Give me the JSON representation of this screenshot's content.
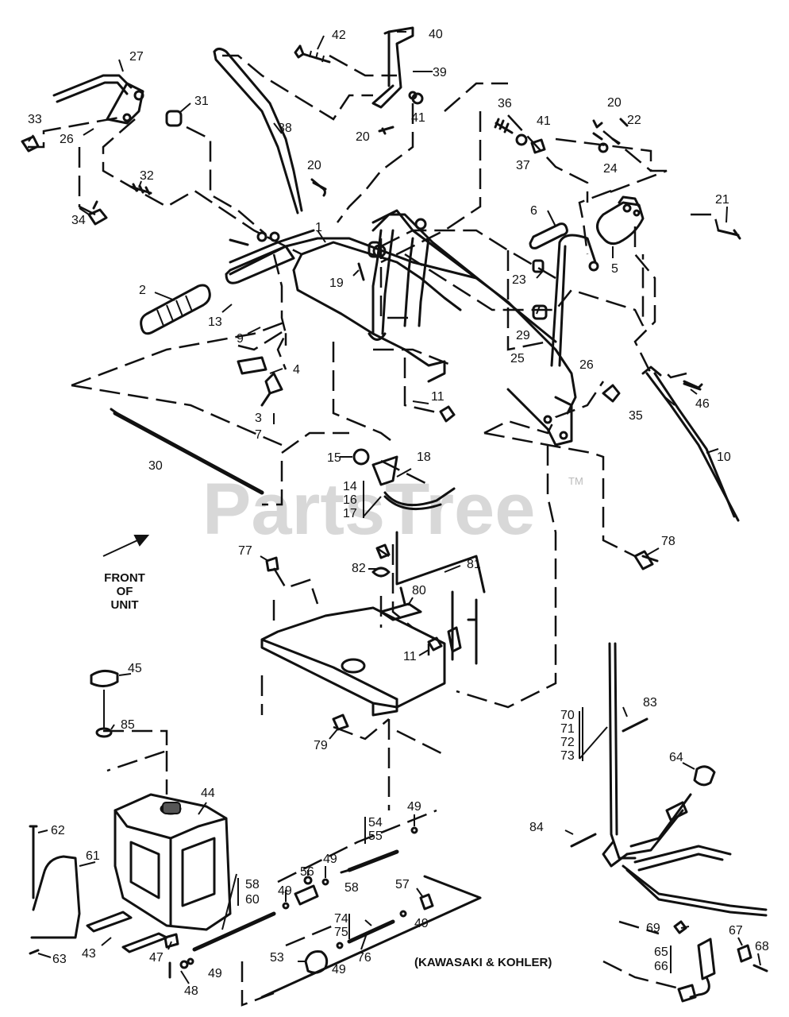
{
  "watermark": {
    "brand": "PartsTree",
    "trademark": "TM"
  },
  "notes": {
    "front_line1": "FRONT",
    "front_line2": "OF",
    "front_line3": "UNIT",
    "engine_variant": "(KAWASAKI & KOHLER)"
  },
  "callouts": [
    {
      "id": "c1",
      "text": "1"
    },
    {
      "id": "c2",
      "text": "2"
    },
    {
      "id": "c3",
      "text": "3"
    },
    {
      "id": "c4",
      "text": "4"
    },
    {
      "id": "c5",
      "text": "5"
    },
    {
      "id": "c6",
      "text": "6"
    },
    {
      "id": "c7",
      "text": "7"
    },
    {
      "id": "c9",
      "text": "9"
    },
    {
      "id": "c10",
      "text": "10"
    },
    {
      "id": "c11a",
      "text": "11"
    },
    {
      "id": "c11b",
      "text": "11"
    },
    {
      "id": "c13",
      "text": "13"
    },
    {
      "id": "c14",
      "text": "14"
    },
    {
      "id": "c15",
      "text": "15"
    },
    {
      "id": "c16",
      "text": "16"
    },
    {
      "id": "c17",
      "text": "17"
    },
    {
      "id": "c18",
      "text": "18"
    },
    {
      "id": "c19",
      "text": "19"
    },
    {
      "id": "c20a",
      "text": "20"
    },
    {
      "id": "c20b",
      "text": "20"
    },
    {
      "id": "c20c",
      "text": "20"
    },
    {
      "id": "c21",
      "text": "21"
    },
    {
      "id": "c22",
      "text": "22"
    },
    {
      "id": "c23",
      "text": "23"
    },
    {
      "id": "c24",
      "text": "24"
    },
    {
      "id": "c25",
      "text": "25"
    },
    {
      "id": "c26a",
      "text": "26"
    },
    {
      "id": "c26b",
      "text": "26"
    },
    {
      "id": "c27",
      "text": "27"
    },
    {
      "id": "c29",
      "text": "29"
    },
    {
      "id": "c30",
      "text": "30"
    },
    {
      "id": "c31",
      "text": "31"
    },
    {
      "id": "c32",
      "text": "32"
    },
    {
      "id": "c33",
      "text": "33"
    },
    {
      "id": "c34",
      "text": "34"
    },
    {
      "id": "c35",
      "text": "35"
    },
    {
      "id": "c36",
      "text": "36"
    },
    {
      "id": "c37",
      "text": "37"
    },
    {
      "id": "c38",
      "text": "38"
    },
    {
      "id": "c39",
      "text": "39"
    },
    {
      "id": "c40",
      "text": "40"
    },
    {
      "id": "c41a",
      "text": "41"
    },
    {
      "id": "c41b",
      "text": "41"
    },
    {
      "id": "c42",
      "text": "42"
    },
    {
      "id": "c43",
      "text": "43"
    },
    {
      "id": "c44",
      "text": "44"
    },
    {
      "id": "c45",
      "text": "45"
    },
    {
      "id": "c46",
      "text": "46"
    },
    {
      "id": "c47",
      "text": "47"
    },
    {
      "id": "c48",
      "text": "48"
    },
    {
      "id": "c49a",
      "text": "49"
    },
    {
      "id": "c49b",
      "text": "49"
    },
    {
      "id": "c49c",
      "text": "49"
    },
    {
      "id": "c49d",
      "text": "49"
    },
    {
      "id": "c49e",
      "text": "49"
    },
    {
      "id": "c49f",
      "text": "49"
    },
    {
      "id": "c53",
      "text": "53"
    },
    {
      "id": "c54",
      "text": "54"
    },
    {
      "id": "c55",
      "text": "55"
    },
    {
      "id": "c56",
      "text": "56"
    },
    {
      "id": "c57",
      "text": "57"
    },
    {
      "id": "c58a",
      "text": "58"
    },
    {
      "id": "c58b",
      "text": "58"
    },
    {
      "id": "c60",
      "text": "60"
    },
    {
      "id": "c61",
      "text": "61"
    },
    {
      "id": "c62",
      "text": "62"
    },
    {
      "id": "c63",
      "text": "63"
    },
    {
      "id": "c64",
      "text": "64"
    },
    {
      "id": "c65",
      "text": "65"
    },
    {
      "id": "c66",
      "text": "66"
    },
    {
      "id": "c67",
      "text": "67"
    },
    {
      "id": "c68",
      "text": "68"
    },
    {
      "id": "c69",
      "text": "69"
    },
    {
      "id": "c70",
      "text": "70"
    },
    {
      "id": "c71",
      "text": "71"
    },
    {
      "id": "c72",
      "text": "72"
    },
    {
      "id": "c73",
      "text": "73"
    },
    {
      "id": "c74",
      "text": "74"
    },
    {
      "id": "c75",
      "text": "75"
    },
    {
      "id": "c76",
      "text": "76"
    },
    {
      "id": "c77",
      "text": "77"
    },
    {
      "id": "c78",
      "text": "78"
    },
    {
      "id": "c79",
      "text": "79"
    },
    {
      "id": "c80",
      "text": "80"
    },
    {
      "id": "c81",
      "text": "81"
    },
    {
      "id": "c82",
      "text": "82"
    },
    {
      "id": "c83",
      "text": "83"
    },
    {
      "id": "c84",
      "text": "84"
    },
    {
      "id": "c85",
      "text": "85"
    }
  ]
}
